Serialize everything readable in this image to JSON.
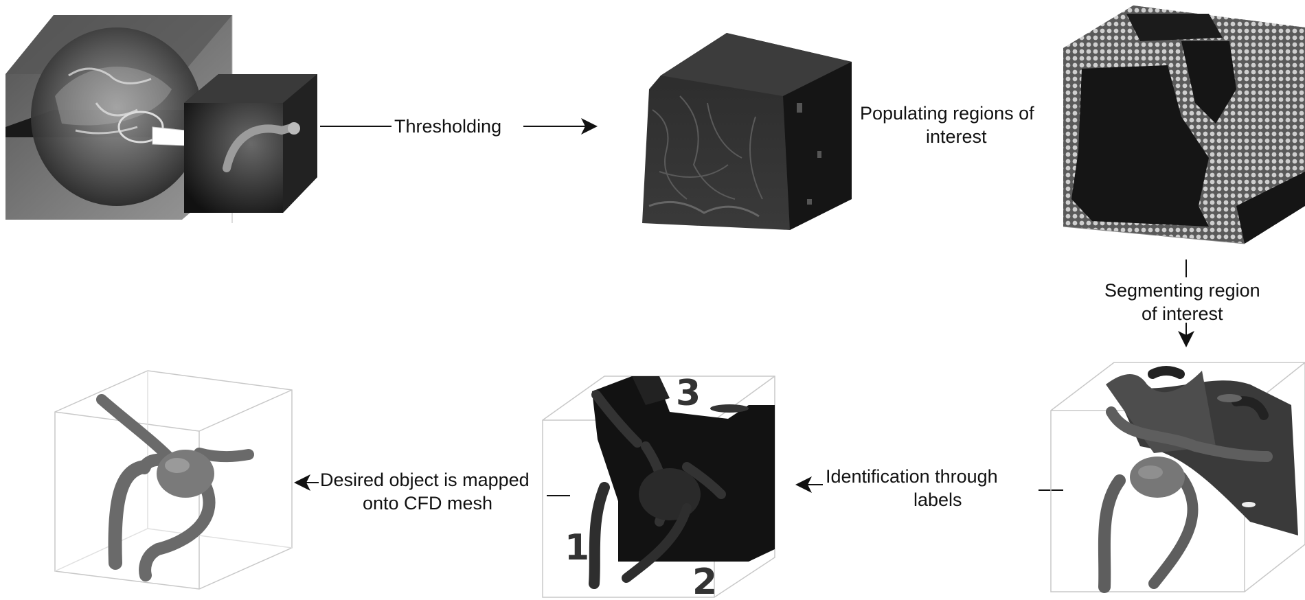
{
  "steps": {
    "thresholding": "Thresholding",
    "populating_line1": "Populating regions of",
    "populating_line2": "interest",
    "segmenting_line1": "Segmenting region",
    "segmenting_line2": "of interest",
    "identification_line1": "Identification through",
    "identification_line2": "labels",
    "mapped_line1": "Desired object is mapped",
    "mapped_line2": "onto CFD mesh"
  },
  "region_labels": [
    "1",
    "2",
    "3"
  ],
  "colors": {
    "ink": "#111111",
    "dark_volume": "#1a1a1a",
    "vessel": "#6a6a6a",
    "box_edge": "#bdbdbd"
  }
}
